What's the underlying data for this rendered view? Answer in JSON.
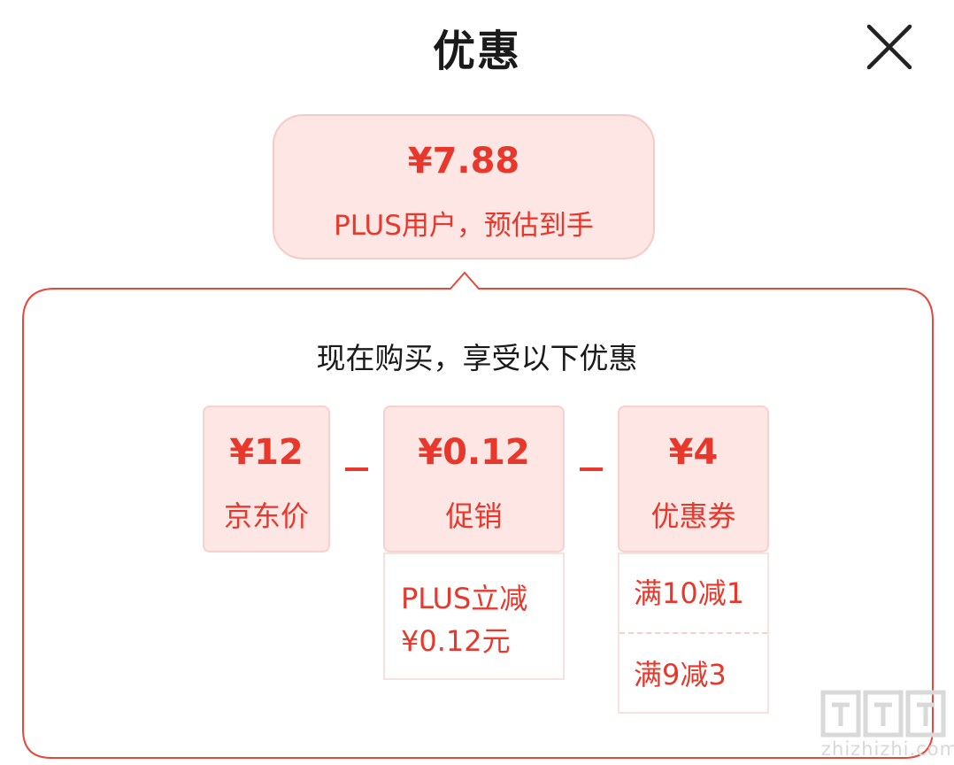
{
  "header": {
    "title": "优惠"
  },
  "summary": {
    "price": "¥7.88",
    "note": "PLUS用户，预估到手"
  },
  "panel": {
    "headline": "现在购买，享受以下优惠"
  },
  "breakdown": {
    "jd_price": {
      "amount": "¥12",
      "label": "京东价"
    },
    "promotion": {
      "amount": "¥0.12",
      "label": "促销",
      "detail_line1": "PLUS立减",
      "detail_line2": "¥0.12元"
    },
    "coupon": {
      "amount": "¥4",
      "label": "优惠券",
      "items": [
        "满10减1",
        "满9减3"
      ]
    }
  },
  "watermark": {
    "text": "zhizhizhi.com"
  },
  "colors": {
    "accent": "#e8382c",
    "pink_bg": "#fde6e4",
    "pink_border": "#f9c9c5"
  }
}
